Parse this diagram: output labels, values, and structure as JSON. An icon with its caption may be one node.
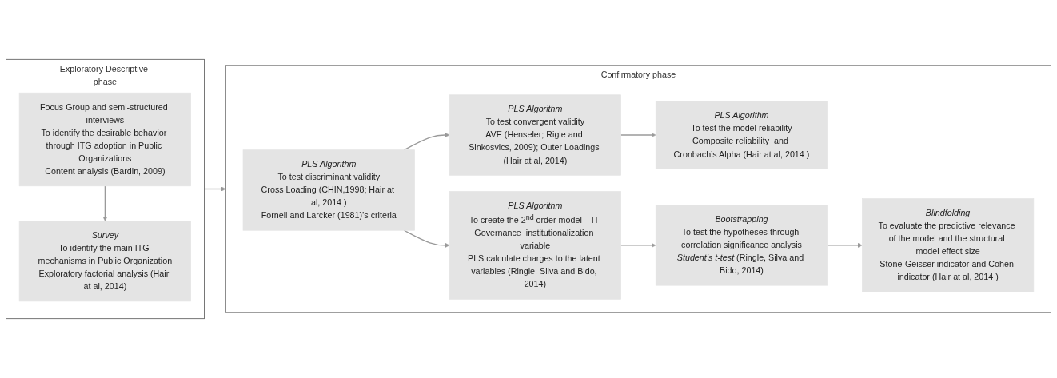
{
  "diagram": {
    "nodes": [
      {
        "text": [
          "Exploratory Descriptive phase"
        ]
      },
      {
        "text": [
          "Focus Group and semi-structured interviews",
          "To identify the desirable behavior through ITG adoption in Public Organizations",
          "Content analysis (Bardin, 2009)"
        ],
        "in": 0
      },
      {
        "text": [
          "Survey",
          "To identify the main ITG mechanisms in Public Organization",
          "Exploratory factorial analysis (Hair at al, 2014)"
        ],
        "in": 0
      },
      {
        "text": [
          "Confirmatory phase"
        ]
      },
      {
        "text": [
          "PLS Algorithm",
          "To test discriminant validity",
          "Cross Loading (CHIN,1998; Hair at al, 2014 )",
          "Fornell and Larcker (1981)’s criteria"
        ],
        "in": 3
      },
      {
        "text": [
          "PLS Algorithm",
          "To test convergent validity",
          "AVE (Henseler; Rigle and Sinkosvics, 2009); Outer Loadings (Hair at al, 2014)"
        ],
        "in": 3
      },
      {
        "text": [
          "PLS Algorithm",
          "To test the model reliability",
          "Composite reliability  and Cronbach’s Alpha (Hair at al, 2014 )"
        ],
        "in": 3
      },
      {
        "text": [
          "PLS Algorithm",
          "To create the 2$^{nd}$ order model – IT Governance  institutionalization variable",
          "PLS calculate charges to the latent variables (Ringle, Silva and Bido, 2014)"
        ],
        "in": 3
      },
      {
        "text": [
          "Bootstrapping",
          "To test the hypotheses through correlation significance analysis",
          "*Student’s t-test* (Ringle, Silva and Bido, 2014)"
        ],
        "in": 3
      },
      {
        "text": [
          "Blindfolding",
          "To evaluate the predictive relevance of the model and the structural model effect size",
          "Stone-Geisser indicator and Cohen indicator (Hair at al, 2014 )"
        ],
        "in": 3
      }
    ],
    "edges": [
      {
        "from": 1,
        "to": 2,
        "arrow": "to"
      },
      {
        "from": 0,
        "to": 3,
        "arrow": "to"
      },
      {
        "from": 4,
        "to": 5,
        "arrow": "to"
      },
      {
        "from": 5,
        "to": 6,
        "arrow": "to"
      },
      {
        "from": 4,
        "to": 7,
        "arrow": "to"
      },
      {
        "from": 7,
        "to": 8,
        "arrow": "to"
      },
      {
        "from": 8,
        "to": 9,
        "arrow": "to"
      }
    ]
  }
}
